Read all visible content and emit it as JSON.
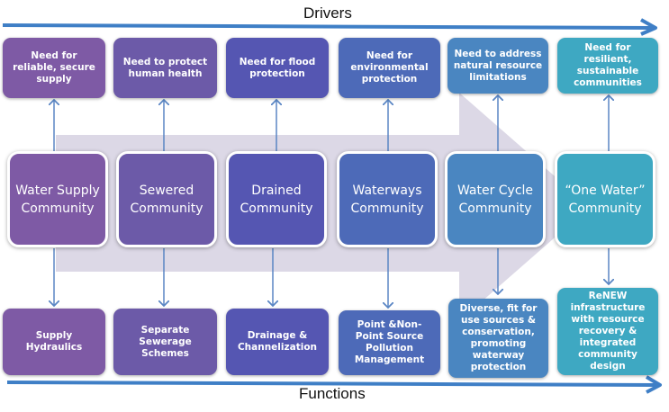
{
  "header": {
    "drivers_label": "Drivers"
  },
  "footer": {
    "functions_label": "Functions"
  },
  "colors": {
    "axis_arrow": "#3f7fc6",
    "background_arrow": "#dcd8e6",
    "connector": "#5a86c4",
    "stages": [
      "#7e5aa5",
      "#6c5aa8",
      "#5556b2",
      "#4d6ab8",
      "#4a86c1",
      "#3ea8c2"
    ]
  },
  "stages": [
    {
      "driver": "Need for reliable, secure supply",
      "community": "Water Supply Community",
      "function": "Supply Hydraulics"
    },
    {
      "driver": "Need to protect human health",
      "community": "Sewered Community",
      "function": "Separate Sewerage Schemes"
    },
    {
      "driver": "Need for flood protection",
      "community": "Drained Community",
      "function": "Drainage & Channelization"
    },
    {
      "driver": "Need for environmental protection",
      "community": "Waterways Community",
      "function": "Point &Non-Point Source Pollution Management"
    },
    {
      "driver": "Need to address natural resource limitations",
      "community": "Water Cycle Community",
      "function": "Diverse, fit for use sources & conservation, promoting waterway protection"
    },
    {
      "driver": "Need for resilient, sustainable communities",
      "community": "“One Water” Community",
      "function": "ReNEW infrastructure with resource recovery & integrated community design"
    }
  ]
}
